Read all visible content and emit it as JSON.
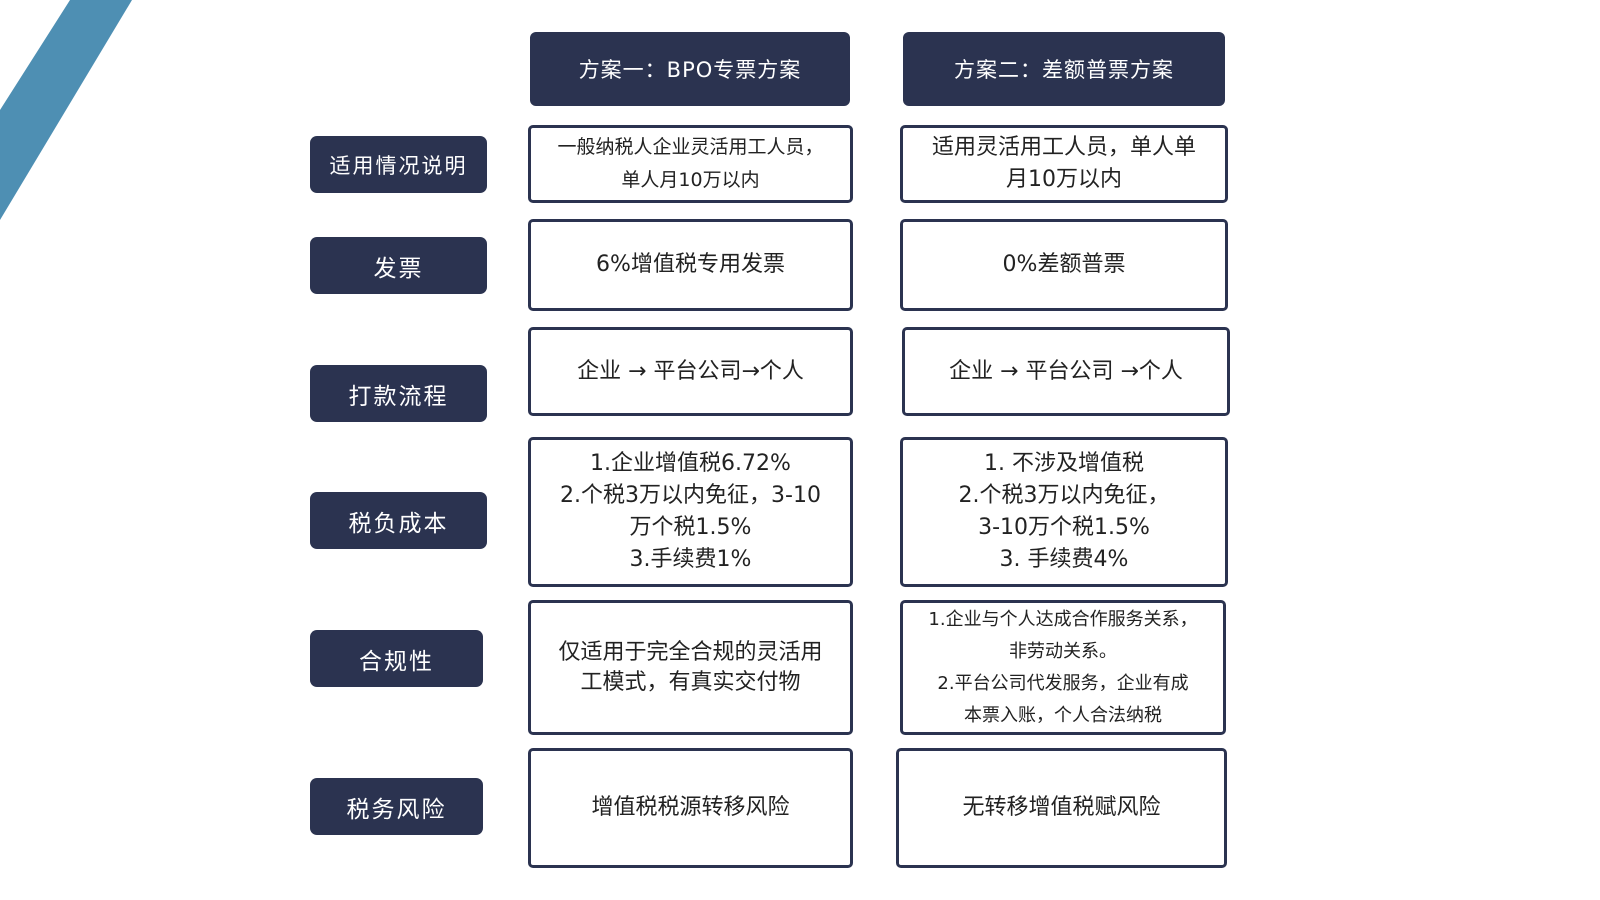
{
  "columns": [
    "方案一：BPO专票方案",
    "方案二：差额普票方案"
  ],
  "rows": [
    {
      "label": "适用情况说明",
      "scheme1": [
        "一般纳税人企业灵活用工人员，",
        "单人月10万以内"
      ],
      "scheme2": [
        "适用灵活用工人员，单人单",
        "月10万以内"
      ]
    },
    {
      "label": "发票",
      "scheme1": [
        "6%增值税专用发票"
      ],
      "scheme2": [
        "0%差额普票"
      ]
    },
    {
      "label": "打款流程",
      "scheme1": [
        "企业 → 平台公司→个人"
      ],
      "scheme2": [
        "企业 → 平台公司 →个人"
      ]
    },
    {
      "label": "税负成本",
      "scheme1": [
        "1.企业增值税6.72%",
        "2.个税3万以内免征，3-10",
        "万个税1.5%",
        "3.手续费1%"
      ],
      "scheme2": [
        "1. 不涉及增值税",
        "2.个税3万以内免征，",
        "3-10万个税1.5%",
        "3. 手续费4%"
      ]
    },
    {
      "label": "合规性",
      "scheme1": [
        "仅适用于完全合规的灵活用",
        "工模式，有真实交付物"
      ],
      "scheme2": [
        "1.企业与个人达成合作服务关系，",
        "非劳动关系。",
        "2.平台公司代发服务，企业有成",
        "本票入账，个人合法纳税"
      ]
    },
    {
      "label": "税务风险",
      "scheme1": [
        "增值税税源转移风险"
      ],
      "scheme2": [
        "无转移增值税赋风险"
      ]
    }
  ],
  "colors": {
    "navy": "#2b3350",
    "stripe": "#4e8fb3"
  }
}
